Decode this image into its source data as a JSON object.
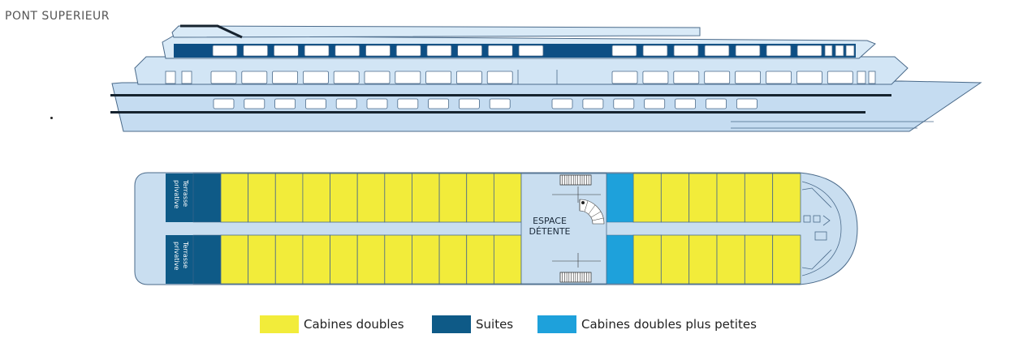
{
  "deck": {
    "title": "PONT SUPERIEUR"
  },
  "plan": {
    "terrace_label_line1": "Terrasse",
    "terrace_label_line2": "privative",
    "espace_line1": "ESPACE",
    "espace_line2": "DÉTENTE"
  },
  "legend": [
    {
      "label": "Cabines doubles",
      "color": "#f2ec3a"
    },
    {
      "label": "Suites",
      "color": "#0e5a87"
    },
    {
      "label": "Cabines doubles plus petites",
      "color": "#1ea1db"
    }
  ],
  "colors": {
    "hull": "#bcd7ef",
    "hull_dark": "#0d4f84",
    "outline": "#4a6a8a",
    "window": "#ffffff",
    "cabin_double": "#f2ec3a",
    "suite": "#0e5a87",
    "small_cabin": "#1ea1db",
    "lounge": "#c9def0"
  }
}
